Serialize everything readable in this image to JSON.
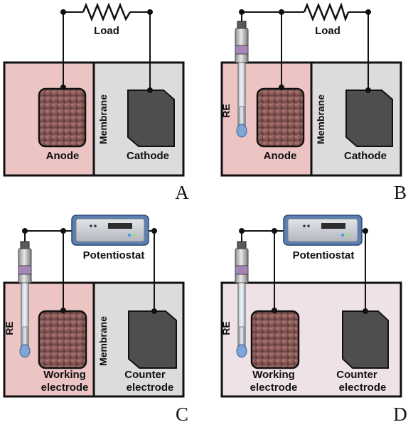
{
  "colors": {
    "anode_chamber": "#ecc4c4",
    "cathode_chamber": "#dcdcdc",
    "single_chamber": "#efe2e6",
    "electrode_bio": "#8a5a58",
    "cathode_electrode": "#4e4e4e",
    "potentiostat_frame": "#5b7fb0",
    "potentiostat_body": "#c9ccd2"
  },
  "panels": {
    "a": {
      "letter": "A",
      "load": "Load",
      "membrane": "Membrane",
      "anode": "Anode",
      "cathode": "Cathode"
    },
    "b": {
      "letter": "B",
      "load": "Load",
      "re": "RE",
      "membrane": "Membrane",
      "anode": "Anode",
      "cathode": "Cathode"
    },
    "c": {
      "letter": "C",
      "potentiostat": "Potentiostat",
      "re": "RE",
      "membrane": "Membrane",
      "working_1": "Working",
      "working_2": "electrode",
      "counter_1": "Counter",
      "counter_2": "electrode"
    },
    "d": {
      "letter": "D",
      "potentiostat": "Potentiostat",
      "re": "RE",
      "working_1": "Working",
      "working_2": "electrode",
      "counter_1": "Counter",
      "counter_2": "electrode"
    }
  }
}
